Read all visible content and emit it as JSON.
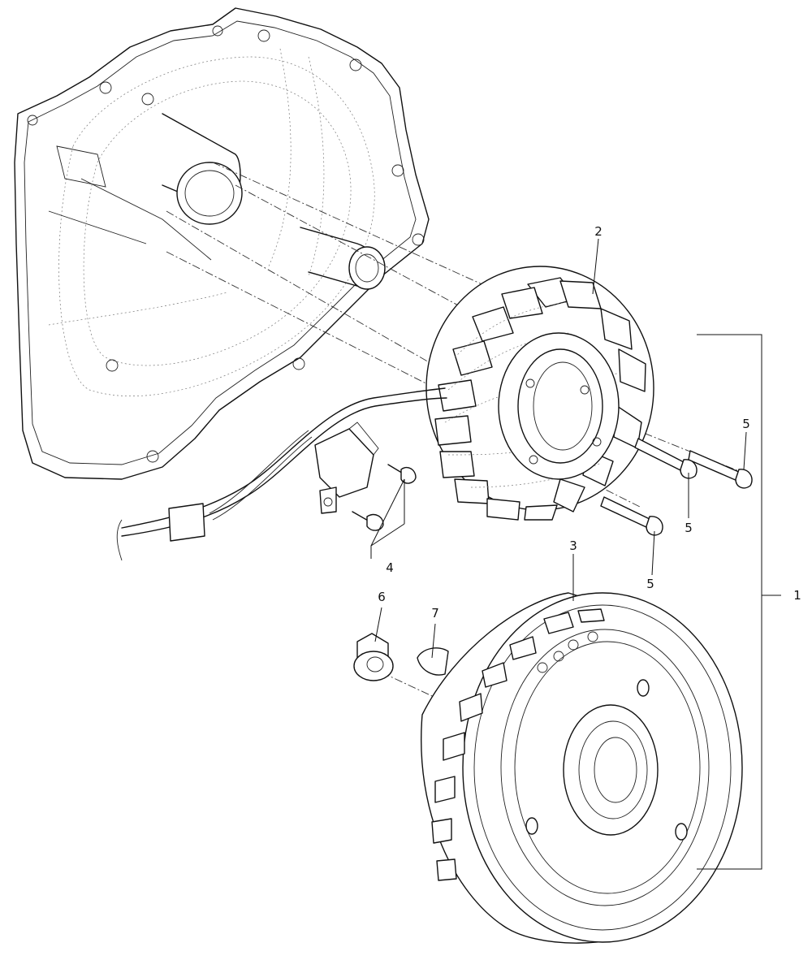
{
  "callouts": {
    "assembly": "1",
    "stator": "2",
    "rotor": "3",
    "pickup_screws": "4",
    "bolt_a": "5",
    "bolt_b": "5",
    "bolt_c": "5",
    "nut": "6",
    "key": "7"
  }
}
